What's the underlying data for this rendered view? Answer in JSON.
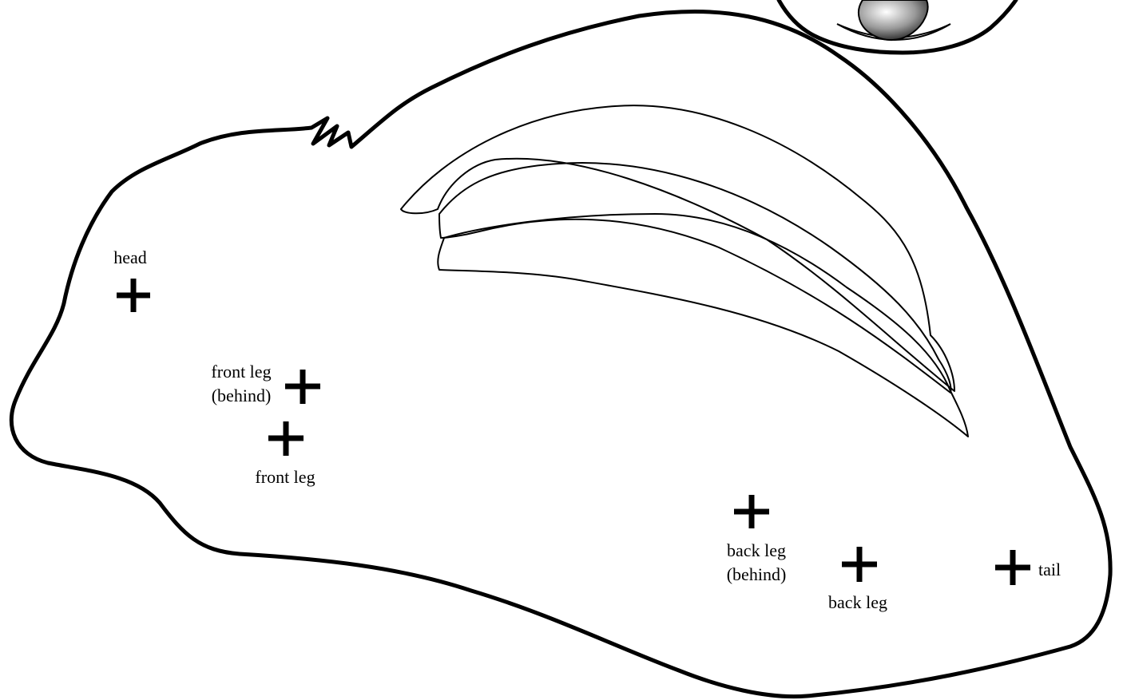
{
  "labels": {
    "head": "head",
    "front_leg_behind_line1": "front leg",
    "front_leg_behind_line2": "(behind)",
    "front_leg": "front leg",
    "back_leg_behind_line1": "back leg",
    "back_leg_behind_line2": "(behind)",
    "back_leg": "back leg",
    "tail": "tail"
  },
  "colors": {
    "outline": "#000000",
    "background": "#ffffff"
  }
}
